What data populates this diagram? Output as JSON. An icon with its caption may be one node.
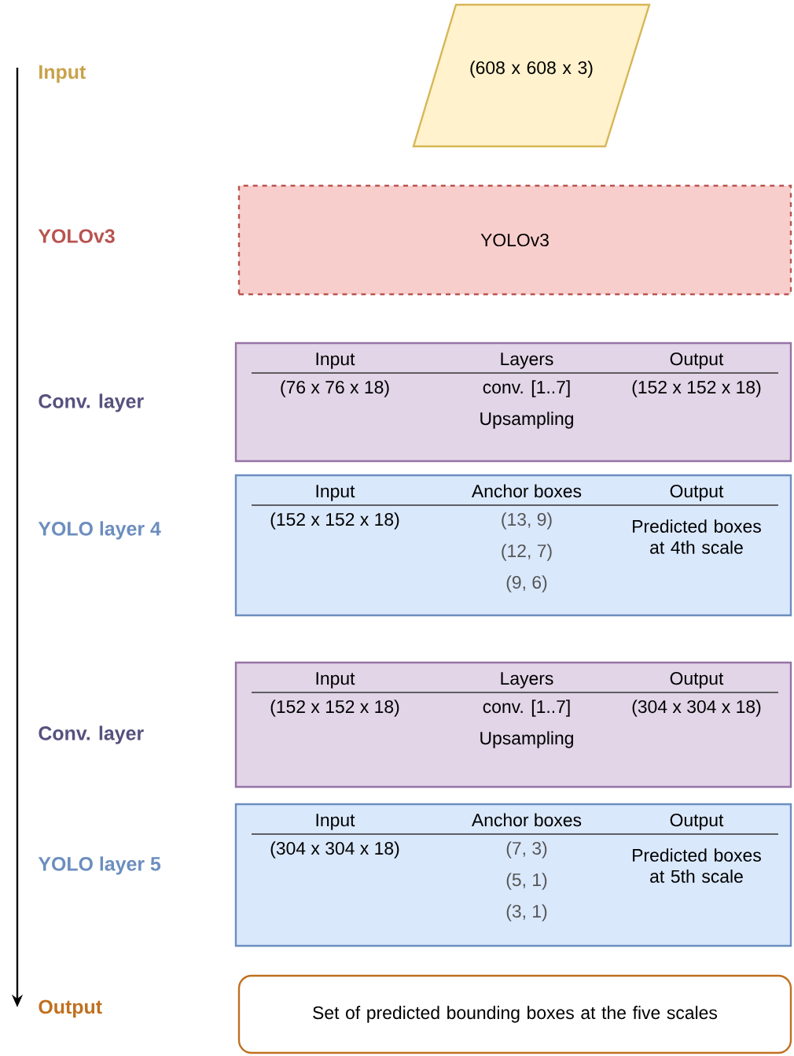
{
  "diagram": {
    "nodes": [
      {
        "text": [
          "(608 x 608 x 3)"
        ]
      },
      {
        "text": [
          "YOLOv3"
        ]
      },
      {
        "text": [
          "Input",
          "Layers",
          "Output",
          "(76 x 76 x 18)",
          "conv. [1..7]",
          "Upsampling",
          "(152 x 152 x 18)"
        ]
      },
      {
        "text": [
          "Input",
          "Anchor boxes",
          "Output",
          "(152 x 152 x 18)",
          "(13, 9)",
          "(12, 7)",
          "(9, 6)",
          "Predicted boxes at 4th scale"
        ]
      },
      {
        "text": [
          "Input",
          "Layers",
          "Output",
          "(152 x 152 x 18)",
          "conv. [1..7]",
          "Upsampling",
          "(304 x 304 x 18)"
        ]
      },
      {
        "text": [
          "Input",
          "Anchor boxes",
          "Output",
          "(304 x 304 x 18)",
          "(7, 3)",
          "(5, 1)",
          "(3, 1)",
          "Predicted boxes at 5th scale"
        ]
      },
      {
        "text": [
          "Set of predicted bounding boxes at the five scales"
        ]
      }
    ],
    "labels": [
      "Input",
      "YOLOv3",
      "Conv. layer",
      "YOLO layer 4",
      "Conv. layer",
      "YOLO layer 5",
      "Output"
    ]
  }
}
